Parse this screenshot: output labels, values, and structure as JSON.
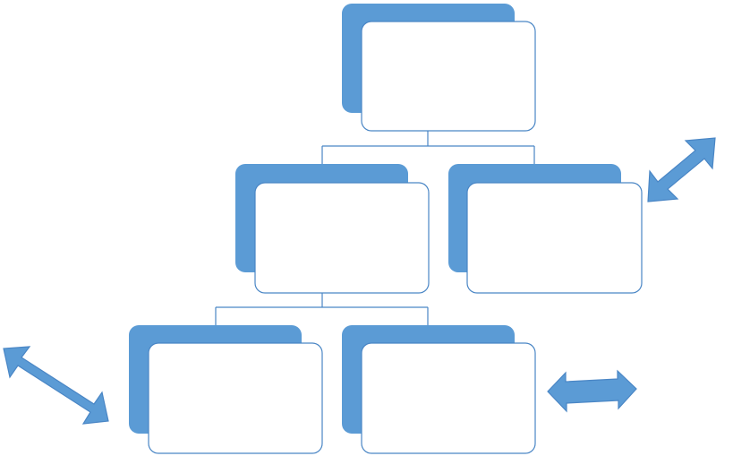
{
  "diagram": {
    "type": "org-chart",
    "colors": {
      "accent": "#5b9bd5",
      "outline": "#4a86c5",
      "node_fill": "#ffffff",
      "background": "#ffffff"
    },
    "nodes": [
      {
        "id": "root",
        "label": ""
      },
      {
        "id": "level2-left",
        "label": ""
      },
      {
        "id": "level2-right",
        "label": ""
      },
      {
        "id": "level3-left",
        "label": ""
      },
      {
        "id": "level3-right",
        "label": ""
      }
    ],
    "edges": [
      {
        "from": "root",
        "to": "level2-left"
      },
      {
        "from": "root",
        "to": "level2-right"
      },
      {
        "from": "level2-left",
        "to": "level3-left"
      },
      {
        "from": "level2-left",
        "to": "level3-right"
      }
    ],
    "decorations": [
      {
        "name": "diagonal-double-arrow-top-right",
        "icon": "double-arrow-icon"
      },
      {
        "name": "diagonal-double-arrow-bottom-left",
        "icon": "double-arrow-icon"
      },
      {
        "name": "horizontal-double-arrow-bottom-right",
        "icon": "double-arrow-icon"
      }
    ]
  }
}
